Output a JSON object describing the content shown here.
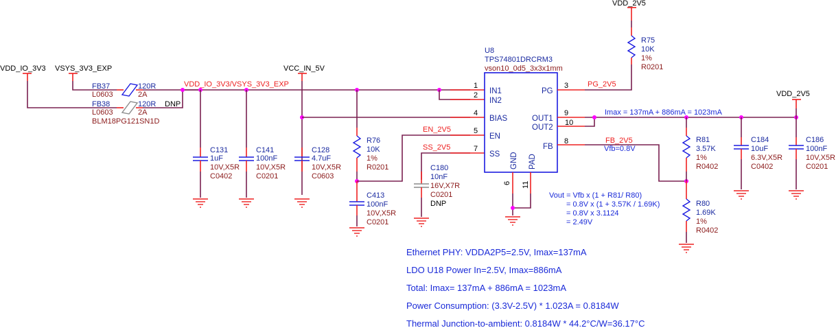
{
  "ports": {
    "vdd_io_3v3": "VDD_IO_3V3",
    "vsys_3v3_exp": "VSYS_3V3_EXP",
    "vcc_in_5v": "VCC_IN_5V",
    "vdd_2v5_top": "VDD_2V5",
    "vdd_2v5_right": "VDD_2V5"
  },
  "nets": {
    "input_net": "VDD_IO_3V3/VSYS_3V3_EXP",
    "pg": "PG_2V5",
    "en": "EN_2V5",
    "ss": "SS_2V5",
    "fb": "FB_2V5",
    "vfb_note": "Vfb=0.8V",
    "imax_note": "Imax = 137mA + 886mA = 1023mA"
  },
  "ferrites": [
    {
      "ref": "FB37",
      "footprint": "L0603",
      "value": "120R",
      "rating": "2A",
      "dnp": ""
    },
    {
      "ref": "FB38",
      "footprint": "L0603",
      "value": "120R",
      "rating": "2A",
      "dnp": "DNP",
      "part": "BLM18PG121SN1D"
    }
  ],
  "capacitors": {
    "c131": {
      "ref": "C131",
      "value": "1uF",
      "rating": "10V,X5R",
      "footprint": "C0402"
    },
    "c141": {
      "ref": "C141",
      "value": "100nF",
      "rating": "10V,X5R",
      "footprint": "C0201"
    },
    "c128": {
      "ref": "C128",
      "value": "4.7uF",
      "rating": "10V,X5R",
      "footprint": "C0603"
    },
    "c413": {
      "ref": "C413",
      "value": "100nF",
      "rating": "10V,X5R",
      "footprint": "C0201"
    },
    "c180": {
      "ref": "C180",
      "value": "10nF",
      "rating": "16V,X7R",
      "footprint": "C0201",
      "dnp": "DNP"
    },
    "c184": {
      "ref": "C184",
      "value": "10uF",
      "rating": "6.3V,X5R",
      "footprint": "C0402"
    },
    "c186": {
      "ref": "C186",
      "value": "100nF",
      "rating": "10V,X5R",
      "footprint": "C0201"
    }
  },
  "resistors": {
    "r76": {
      "ref": "R76",
      "value": "10K",
      "tol": "1%",
      "footprint": "R0201"
    },
    "r75": {
      "ref": "R75",
      "value": "10K",
      "tol": "1%",
      "footprint": "R0201"
    },
    "r81": {
      "ref": "R81",
      "value": "3.57K",
      "tol": "1%",
      "footprint": "R0402"
    },
    "r80": {
      "ref": "R80",
      "value": "1.69K",
      "tol": "1%",
      "footprint": "R0402"
    }
  },
  "ic": {
    "ref": "U8",
    "part": "TPS74801DRCRM3",
    "package": "vson10_0d5_3x3x1mm",
    "pins": {
      "in1": {
        "num": "1",
        "name": "IN1"
      },
      "in2": {
        "num": "2",
        "name": "IN2"
      },
      "bias": {
        "num": "4",
        "name": "BIAS"
      },
      "en": {
        "num": "5",
        "name": "EN"
      },
      "ss": {
        "num": "7",
        "name": "SS"
      },
      "pg": {
        "num": "3",
        "name": "PG"
      },
      "out1": {
        "num": "9",
        "name": "OUT1"
      },
      "out2": {
        "num": "10",
        "name": "OUT2"
      },
      "fb": {
        "num": "8",
        "name": "FB"
      },
      "gnd": {
        "num": "6",
        "name": "GND"
      },
      "pad": {
        "num": "11",
        "name": "PAD"
      }
    }
  },
  "vout_formula": [
    "Vout = Vfb x (1 + R81/ R80)",
    "= 0.8V x (1 + 3.57K / 1.69K)",
    "= 0.8V x 3.1124",
    "= 2.49V"
  ],
  "notes": [
    "Ethernet PHY: VDDA2P5=2.5V, Imax=137mA",
    "LDO U18 Power In=2.5V, Imax=886mA",
    "Total: Imax= 137mA + 886mA = 1023mA",
    "Power Consumption: (3.3V-2.5V) * 1.023A = 0.8184W",
    "Thermal Junction-to-ambient: 0.8184W * 44.2°C/W=36.17°C"
  ]
}
